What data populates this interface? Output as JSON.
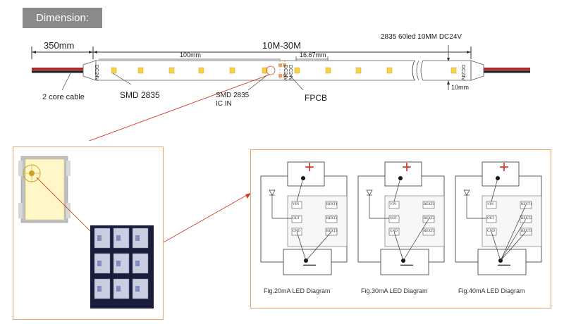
{
  "header": {
    "title": "Dimension:"
  },
  "strip": {
    "cable_length": "350mm",
    "strip_length": "10M-30M",
    "spec": "2835 60led 10MM DC24V",
    "segment_length": "100mm",
    "pitch": "16.67mm",
    "width": "10mm",
    "pad_label_1": "DC24V",
    "pad_label_2": "DC24V",
    "pad_label_3": "DC24V",
    "pad_label_4": "DC24V",
    "label_cable": "2 core cable",
    "label_smd": "SMD 2835",
    "label_smd_ic_1": "SMD 2835",
    "label_smd_ic_2": "IC IN",
    "label_fpcb": "FPCB"
  },
  "diagrams": [
    {
      "caption": "Fig.20mA  LED Diagram",
      "plus": "+",
      "minus": "—",
      "pins_left": [
        "VIN",
        "OUT",
        "GND"
      ],
      "pins_right": [
        "REXT1",
        "REXT2",
        "REXT3"
      ]
    },
    {
      "caption": "Fig.30mA  LED Diagram",
      "plus": "+",
      "minus": "—",
      "pins_left": [
        "VIN",
        "OUT",
        "GND"
      ],
      "pins_right": [
        "REXT1",
        "REXT2",
        "REXT3"
      ]
    },
    {
      "caption": "Fig.40mA  LED Diagram",
      "plus": "+",
      "minus": "—",
      "pins_left": [
        "VIN",
        "OUT",
        "GND"
      ],
      "pins_right": [
        "REXT1",
        "REXT2",
        "REXT3"
      ]
    }
  ],
  "colors": {
    "accent": "#e8a36a",
    "arrow": "#d23a2a",
    "led": "#f6d34a",
    "cable_red": "#b52020"
  }
}
